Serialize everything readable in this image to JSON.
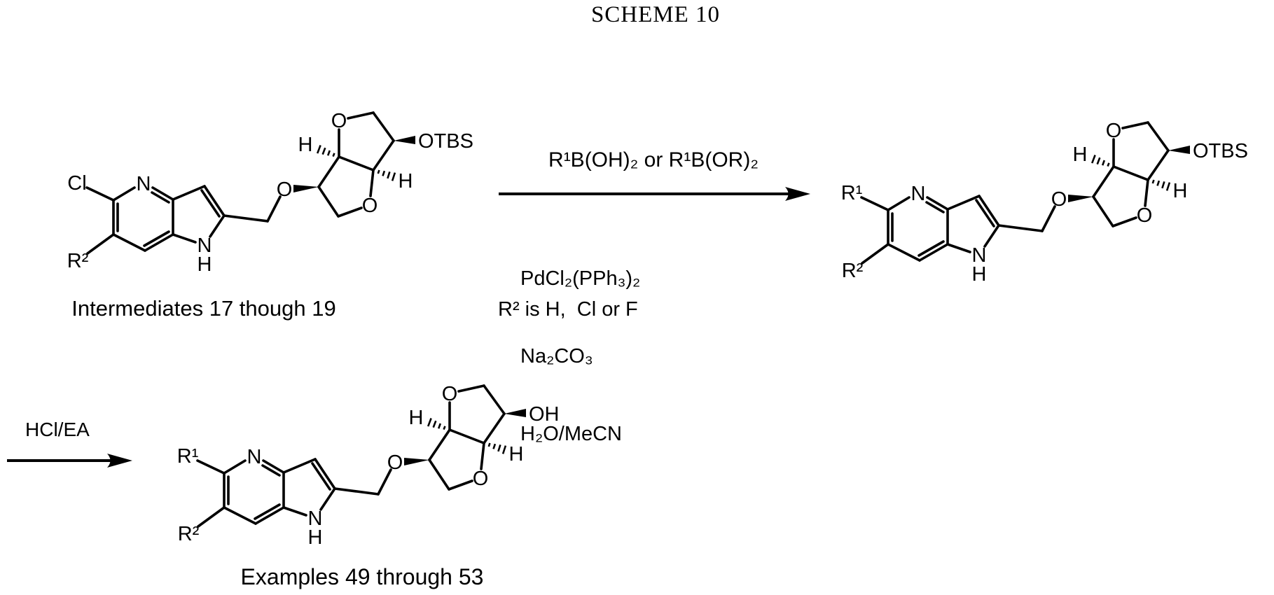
{
  "title": "SCHEME 10",
  "step1": {
    "reagent_above_arrow": "R¹B(OH)₂ or R¹B(OR)₂",
    "reagents_below_arrow": [
      "PdCl₂(PPh₃)₂",
      "Na₂CO₃",
      "H₂O/MeCN"
    ],
    "substituent_note": "R² is H,  Cl or F"
  },
  "step2": {
    "reagent": "HCl/EA"
  },
  "structures": {
    "start": {
      "caption": "Intermediates 17 though 19",
      "atoms": {
        "sub1": "Cl",
        "sub2": "R²",
        "ring_n": "N",
        "pyrrole_n": "N",
        "pyrrole_h": "H",
        "ether_o": "O",
        "top_o": "O",
        "bottom_o": "O",
        "top_h": "H",
        "bottom_h": "H",
        "terminal": "OTBS"
      }
    },
    "coupled": {
      "atoms": {
        "sub1": "R¹",
        "sub2": "R²",
        "ring_n": "N",
        "pyrrole_n": "N",
        "pyrrole_h": "H",
        "ether_o": "O",
        "top_o": "O",
        "bottom_o": "O",
        "top_h": "H",
        "bottom_h": "H",
        "terminal": "OTBS"
      }
    },
    "product": {
      "caption": "Examples 49 through 53",
      "atoms": {
        "sub1": "R¹",
        "sub2": "R²",
        "ring_n": "N",
        "pyrrole_n": "N",
        "pyrrole_h": "H",
        "ether_o": "O",
        "top_o": "O",
        "bottom_o": "O",
        "top_h": "H",
        "bottom_h": "H",
        "terminal": "OH"
      }
    }
  }
}
